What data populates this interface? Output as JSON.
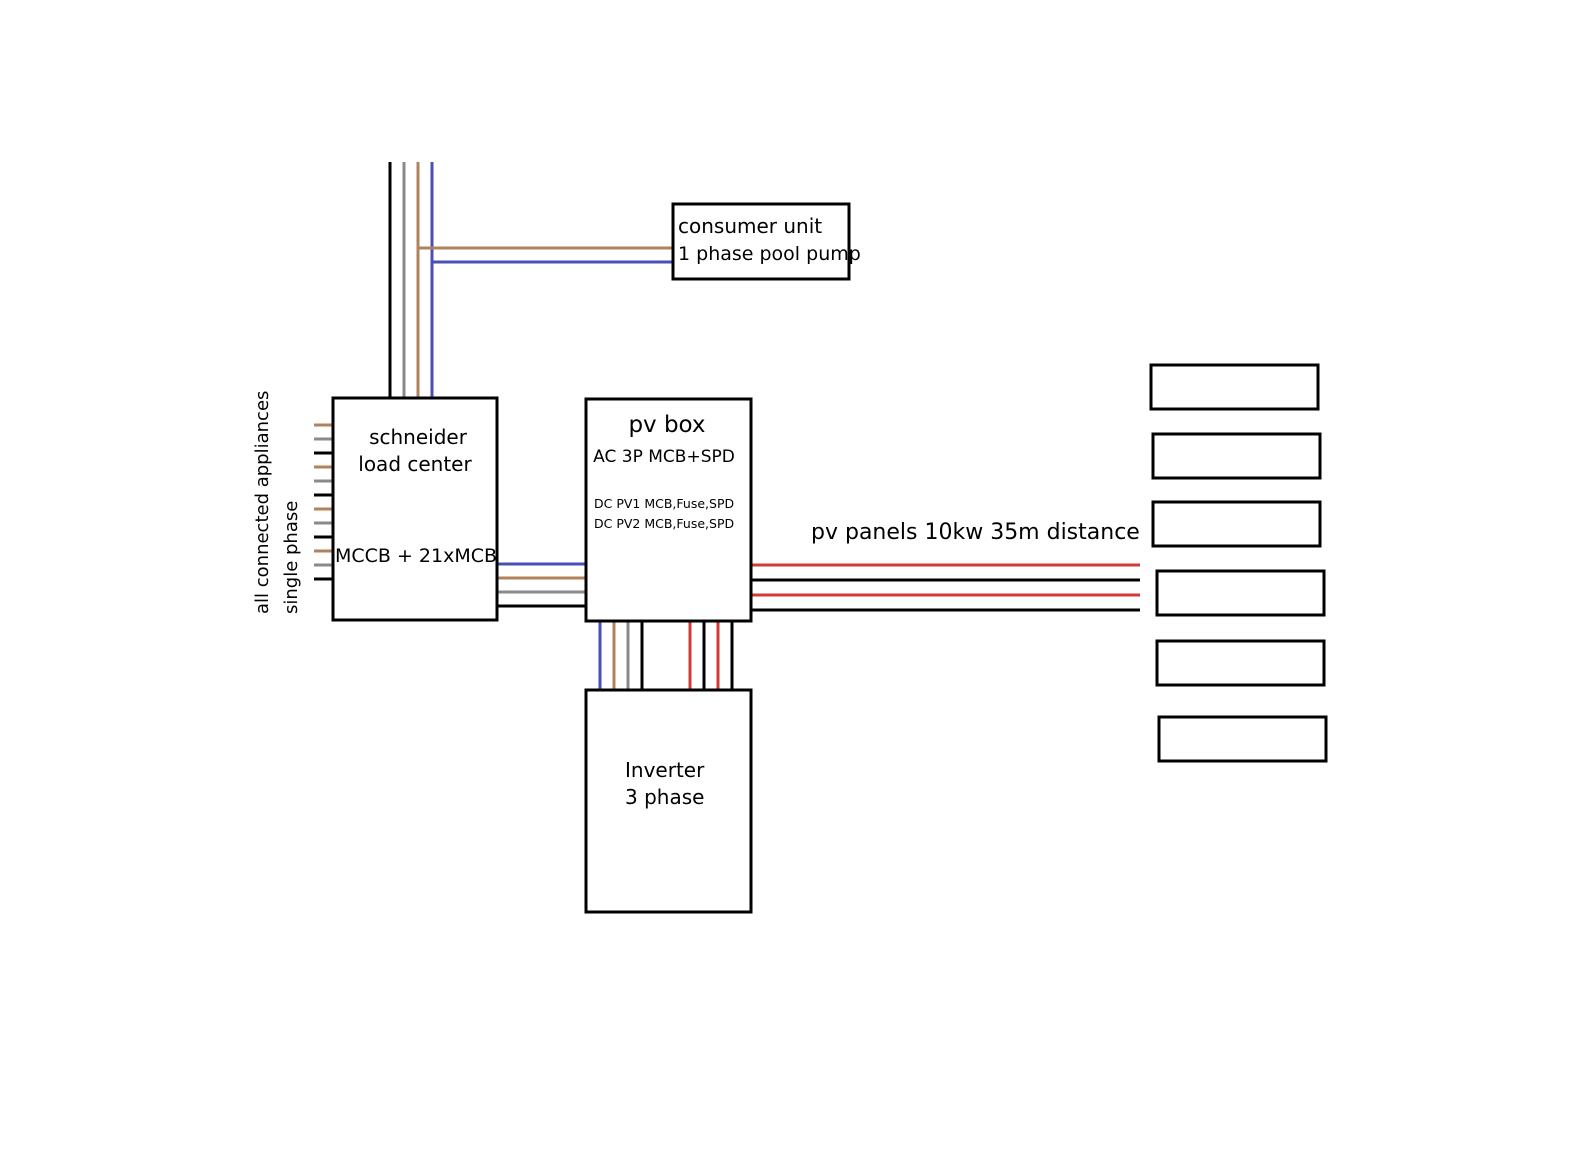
{
  "colors": {
    "black": "#000000",
    "grey": "#8a8a8a",
    "brown": "#b0825e",
    "blue": "#4a4fb5",
    "red": "#d23a3a",
    "background": "#ffffff"
  },
  "consumer_unit": {
    "line1": "consumer unit",
    "line2": "1 phase pool pump"
  },
  "load_center": {
    "line1": "schneider",
    "line2": "load center",
    "breakers": "MCCB + 21xMCB"
  },
  "pv_box": {
    "title": "pv box",
    "ac": "AC 3P MCB+SPD",
    "dc1": "DC PV1 MCB,Fuse,SPD",
    "dc2": "DC PV2 MCB,Fuse,SPD"
  },
  "inverter": {
    "line1": "Inverter",
    "line2": "3 phase"
  },
  "pv_panels": {
    "label": "pv panels 10kw 35m distance",
    "count": 6
  },
  "appliances": {
    "line1": "all connected appliances",
    "line2": "single phase"
  }
}
